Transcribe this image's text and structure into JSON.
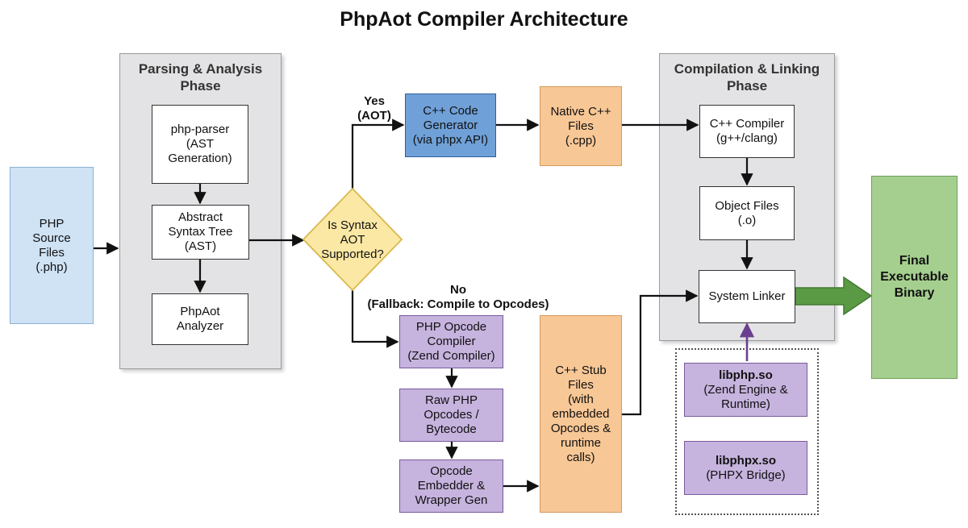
{
  "title": "PhpAot Compiler Architecture",
  "panels": {
    "parsing": "Parsing & Analysis\nPhase",
    "compilation": "Compilation & Linking\nPhase"
  },
  "nodes": {
    "php_source": "PHP\nSource\nFiles\n(.php)",
    "php_parser": "php-parser\n(AST\nGeneration)",
    "ast": "Abstract\nSyntax Tree\n(AST)",
    "analyzer": "PhpAot\nAnalyzer",
    "decision": "Is Syntax\nAOT\nSupported?",
    "cpp_generator": "C++ Code\nGenerator\n(via phpx API)",
    "native_cpp": "Native C++\nFiles\n(.cpp)",
    "cpp_compiler": "C++ Compiler\n(g++/clang)",
    "object_files": "Object Files\n(.o)",
    "system_linker": "System Linker",
    "final_binary": "Final\nExecutable\nBinary",
    "opcode_compiler": "PHP Opcode\nCompiler\n(Zend Compiler)",
    "raw_opcodes": "Raw PHP\nOpcodes /\nBytecode",
    "opcode_embedder": "Opcode\nEmbedder &\nWrapper Gen",
    "stub_files": "C++ Stub\nFiles\n(with\nembedded\nOpcodes &\nruntime\ncalls)",
    "libphp_name": "libphp.so",
    "libphp_desc": "(Zend Engine &\nRuntime)",
    "libphpx_name": "libphpx.so",
    "libphpx_desc": "(PHPX Bridge)"
  },
  "labels": {
    "yes": "Yes\n(AOT)",
    "no": "No\n(Fallback: Compile to Opcodes)"
  },
  "colors": {
    "arrow": "#111111",
    "library_arrow": "#6b3f8f",
    "final_arrow": "#5b9a45",
    "final_arrow_stroke": "#3f7a30"
  }
}
